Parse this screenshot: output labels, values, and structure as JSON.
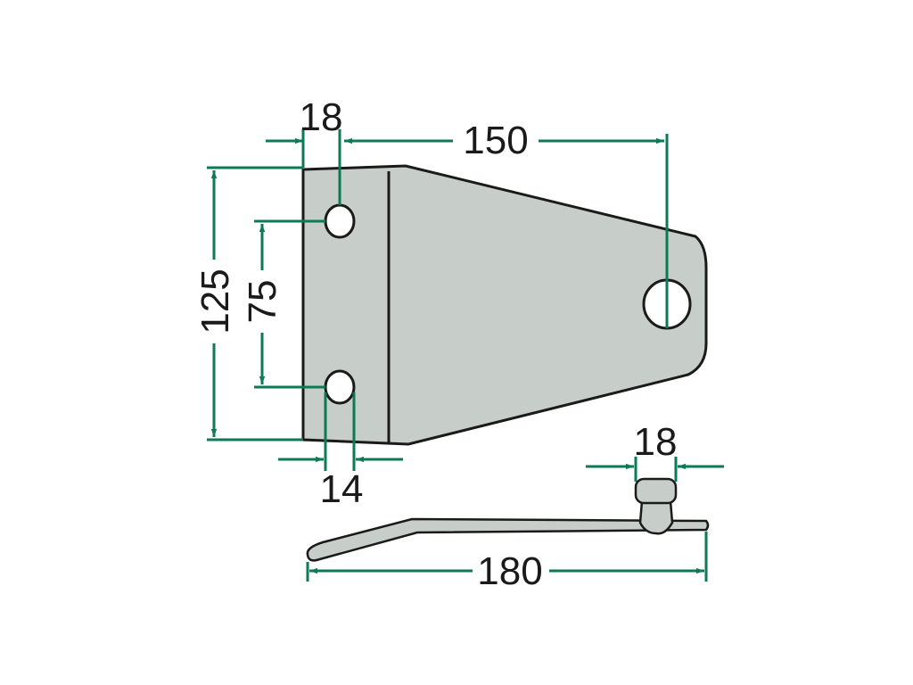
{
  "colors": {
    "part_fill": "#c7cdc9",
    "part_stroke": "#1a1a1a",
    "dimension_line": "#0d7a55",
    "text": "#1a1a1a",
    "background": "#ffffff"
  },
  "dimensions": {
    "hole_offset_top": "18",
    "hole_spacing_horizontal": "150",
    "overall_height": "125",
    "hole_spacing_vertical": "75",
    "hole_diameter": "14",
    "pin_diameter": "18",
    "overall_length": "180"
  }
}
